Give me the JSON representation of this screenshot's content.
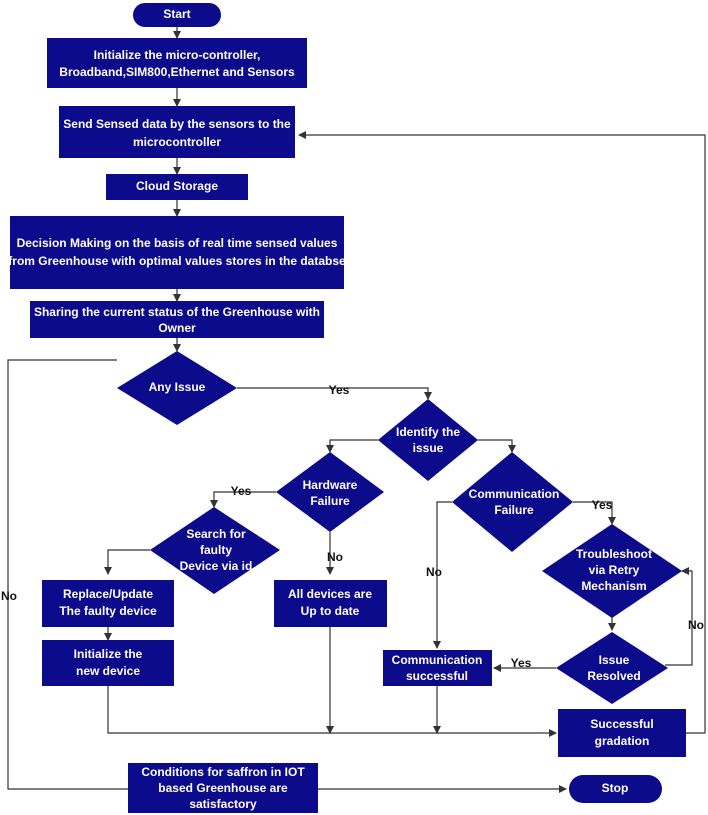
{
  "colors": {
    "node_fill": "#0b0b8c",
    "node_text": "#ffffff",
    "connector": "#333333",
    "edge_label": "#111111"
  },
  "nodes": {
    "start": "Start",
    "init": [
      "Initialize the micro-controller,",
      "Broadband,SIM800,Ethernet and Sensors"
    ],
    "send": [
      "Send Sensed data by the sensors to the",
      "microcontroller"
    ],
    "cloud": "Cloud Storage",
    "decision_making": [
      "Decision Making on the basis of real time sensed values",
      "from Greenhouse with optimal values stores in the databse"
    ],
    "sharing": [
      "Sharing the current status of the Greenhouse with",
      "Owner"
    ],
    "any_issue": "Any Issue",
    "identify": [
      "Identify the",
      "issue"
    ],
    "hardware": [
      "Hardware",
      "Failure"
    ],
    "communication": [
      "Communication",
      "Failure"
    ],
    "search": [
      "Search for",
      "faulty",
      "Device via id"
    ],
    "replace": [
      "Replace/Update",
      "The faulty device"
    ],
    "all_devices": [
      "All devices are",
      "Up to date"
    ],
    "troubleshoot": [
      "Troubleshoot",
      "via Retry",
      "Mechanism"
    ],
    "init_new": [
      "Initialize the",
      "new device"
    ],
    "comm_success": [
      "Communication",
      "successful"
    ],
    "issue_resolved": [
      "Issue",
      "Resolved"
    ],
    "successful_gradation": [
      "Successful",
      "gradation"
    ],
    "conditions": [
      "Conditions for saffron in IOT",
      "based Greenhouse are",
      "satisfactory"
    ],
    "stop": "Stop"
  },
  "edge_labels": {
    "any_issue_yes": "Yes",
    "any_issue_no": "No",
    "hardware_yes": "Yes",
    "hardware_no": "No",
    "comm_yes": "Yes",
    "comm_no": "No",
    "resolved_yes": "Yes",
    "resolved_no": "No"
  }
}
